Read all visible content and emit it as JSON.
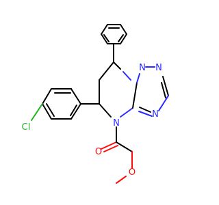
{
  "molecule": {
    "atoms": {
      "n1": "N",
      "n2": "N",
      "n3": "N",
      "n4": "N",
      "o_carbonyl": "O",
      "o_ether": "O",
      "cl": "Cl"
    }
  },
  "colors": {
    "bond": "#000000",
    "nitrogen": "#2a2aff",
    "oxygen": "#ff0d0d",
    "chlorine": "#1fb21f",
    "background": "#ffffff"
  }
}
